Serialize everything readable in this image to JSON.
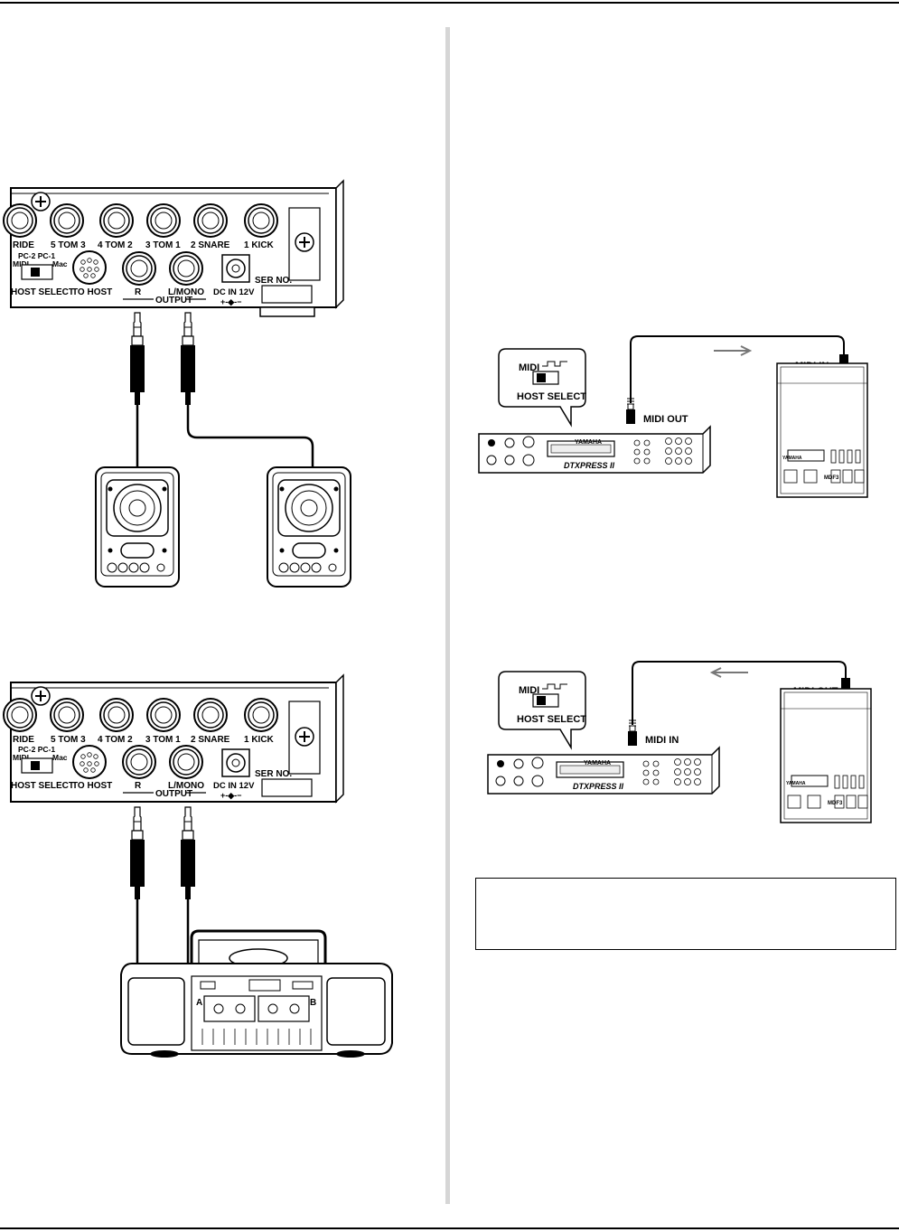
{
  "panel": {
    "jacks": [
      "RIDE",
      "5 TOM 3",
      "4 TOM 2",
      "3 TOM 1",
      "2 SNARE",
      "1 KICK"
    ],
    "switch_top": "PC-2  PC-1",
    "switch_mid": "MIDI",
    "switch_mac": "Mac",
    "host_select": "HOST SELECT",
    "to_host": "TO HOST",
    "r": "R",
    "l_mono": "L/MONO",
    "output": "OUTPUT",
    "dc_in": "DC IN 12V",
    "polarity": "+-◆-−",
    "ser_no": "SER NO."
  },
  "midi_out_example": {
    "bubble_switch": "MIDI",
    "bubble_label": "HOST SELECT",
    "port_on_module": "MIDI OUT",
    "port_on_device": "MIDI IN"
  },
  "midi_in_example": {
    "bubble_switch": "MIDI",
    "bubble_label": "HOST SELECT",
    "port_on_module": "MIDI IN",
    "port_on_device": "MIDI OUT"
  },
  "module": {
    "brand": "YAMAHA",
    "model": "DTXPRESS II"
  },
  "device": {
    "brand": "YAMAHA",
    "model": "MDF3"
  },
  "boombox": {
    "deck_a": "A",
    "deck_b": "B"
  }
}
